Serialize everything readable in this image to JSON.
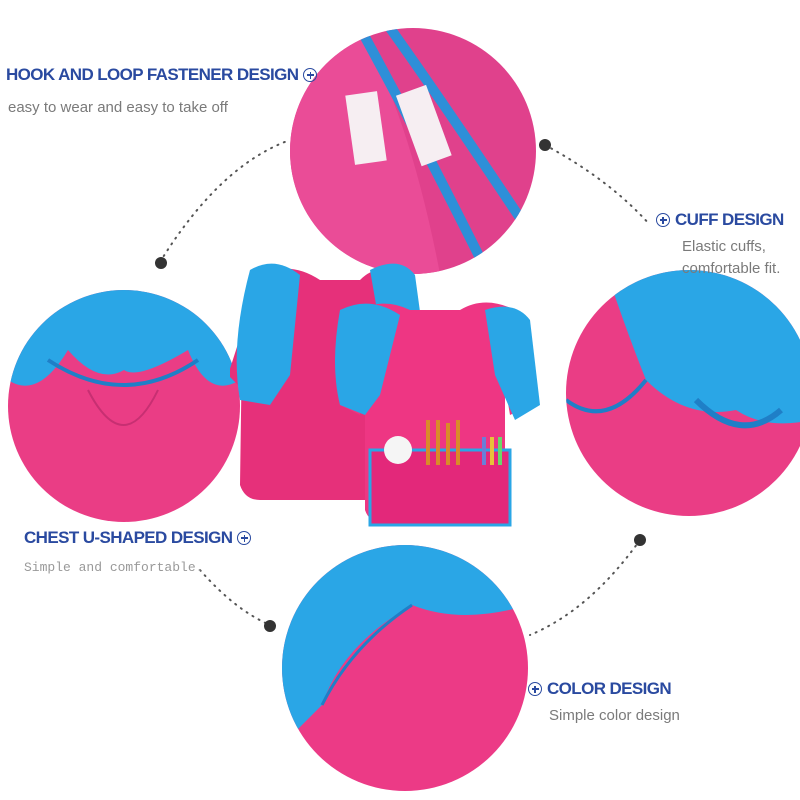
{
  "features": {
    "hook_loop": {
      "title": "HOOK AND LOOP FASTENER DESIGN",
      "desc": "easy to wear and easy to take off"
    },
    "cuff": {
      "title": "CUFF DESIGN",
      "desc_line1": "Elastic cuffs,",
      "desc_line2": "comfortable fit."
    },
    "chest": {
      "title": "CHEST U-SHAPED DESIGN",
      "desc": "Simple and comfortable."
    },
    "color": {
      "title": "COLOR DESIGN",
      "desc": "Simple color design"
    }
  },
  "colors": {
    "pink": "#e8307a",
    "blue": "#2aa6e6",
    "title_blue": "#2a4aa0"
  },
  "icons": [
    "plus-circle-icon"
  ]
}
